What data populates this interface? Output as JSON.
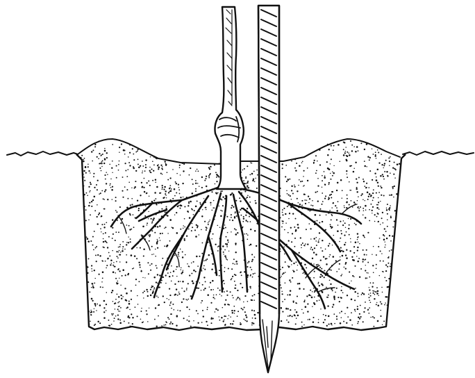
{
  "illustration": {
    "ink_color": "#111111",
    "paper_color": "#ffffff",
    "soil_color": "#ffffff",
    "parts": [
      "tree-trunk",
      "graft-union",
      "support-stake",
      "planting-hole",
      "backfilled-soil",
      "root-system",
      "ground-surface"
    ]
  }
}
